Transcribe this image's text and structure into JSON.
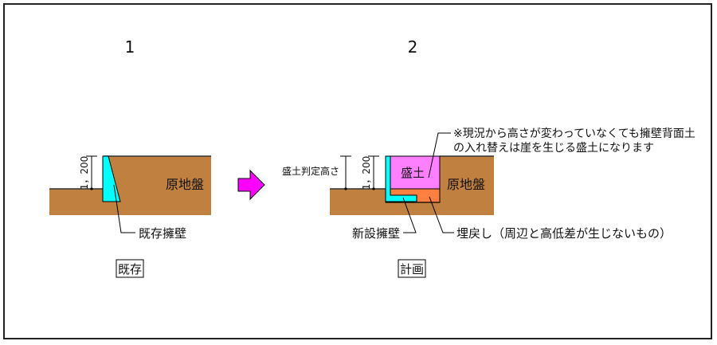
{
  "diagram": {
    "panels": [
      {
        "number": "1",
        "caption": "既存",
        "ground_label": "原地盤",
        "dimension_label": "1，200",
        "wall_label": "既存擁壁"
      },
      {
        "number": "2",
        "caption": "計画",
        "ground_label": "原地盤",
        "dimension_label": "1，200",
        "height_label": "盛土判定高さ",
        "fill_label": "盛土",
        "wall_label": "新設擁壁",
        "backfill_label": "埋戻し（周辺と高低差が生じないもの）",
        "note_line1": "※現況から高さが変わっていなくても擁壁背面土",
        "note_line2": "の入れ替えは崖を生じる盛土になります"
      }
    ],
    "arrow_icon": "right-arrow-icon",
    "colors": {
      "ground": "#C0803F",
      "wall": "#00FFFF",
      "fill": "#FF80FF",
      "backfill": "#FF8040",
      "arrow": "#FF00FF"
    }
  }
}
